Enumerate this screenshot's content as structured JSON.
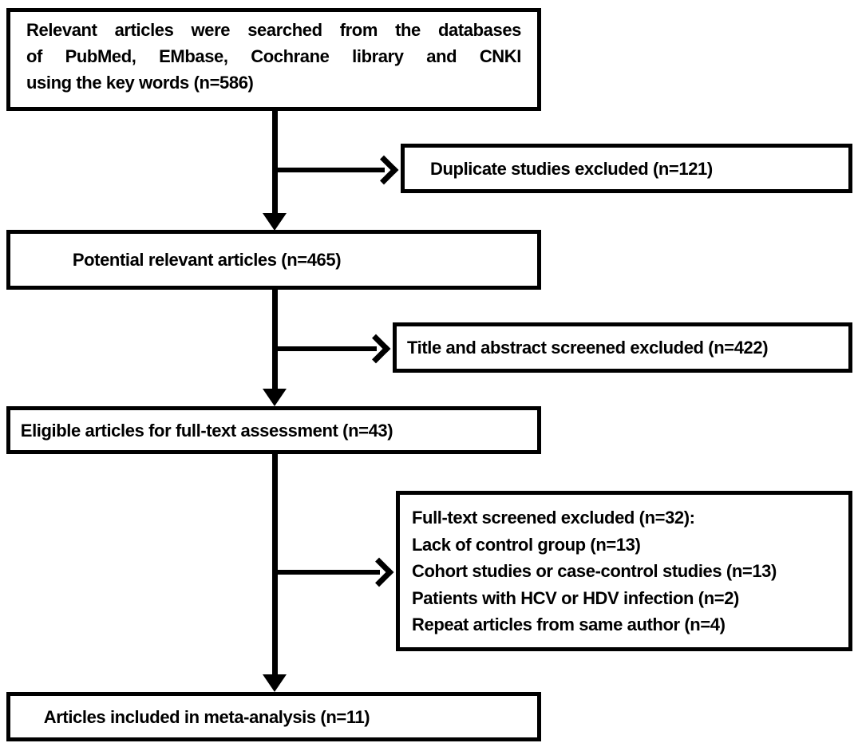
{
  "figure": {
    "type": "flowchart",
    "background_color": "#ffffff",
    "line_color": "#000000",
    "text_color": "#000000",
    "boxes": {
      "search": {
        "lines": [
          "Relevant articles were searched from the databases",
          "of PubMed, EMbase, Cochrane library and CNKI",
          "using the key words (n=586)"
        ],
        "n": 586
      },
      "duplicate_excluded": {
        "label": "Duplicate studies excluded (n=121)",
        "n": 121
      },
      "potential": {
        "label": "Potential relevant articles (n=465)",
        "n": 465
      },
      "title_abstract_excluded": {
        "label": "Title and abstract screened excluded (n=422)",
        "n": 422
      },
      "eligible": {
        "label": "Eligible articles for full-text assessment (n=43)",
        "n": 43
      },
      "fulltext_excluded": {
        "lines": [
          "Full-text screened excluded (n=32):",
          "Lack of control group (n=13)",
          "Cohort studies or case-control studies (n=13)",
          "Patients with HCV or HDV infection (n=2)",
          "Repeat articles from same author (n=4)"
        ],
        "n": 32
      },
      "included": {
        "label": "Articles included in meta-analysis (n=11)",
        "n": 11
      }
    }
  }
}
